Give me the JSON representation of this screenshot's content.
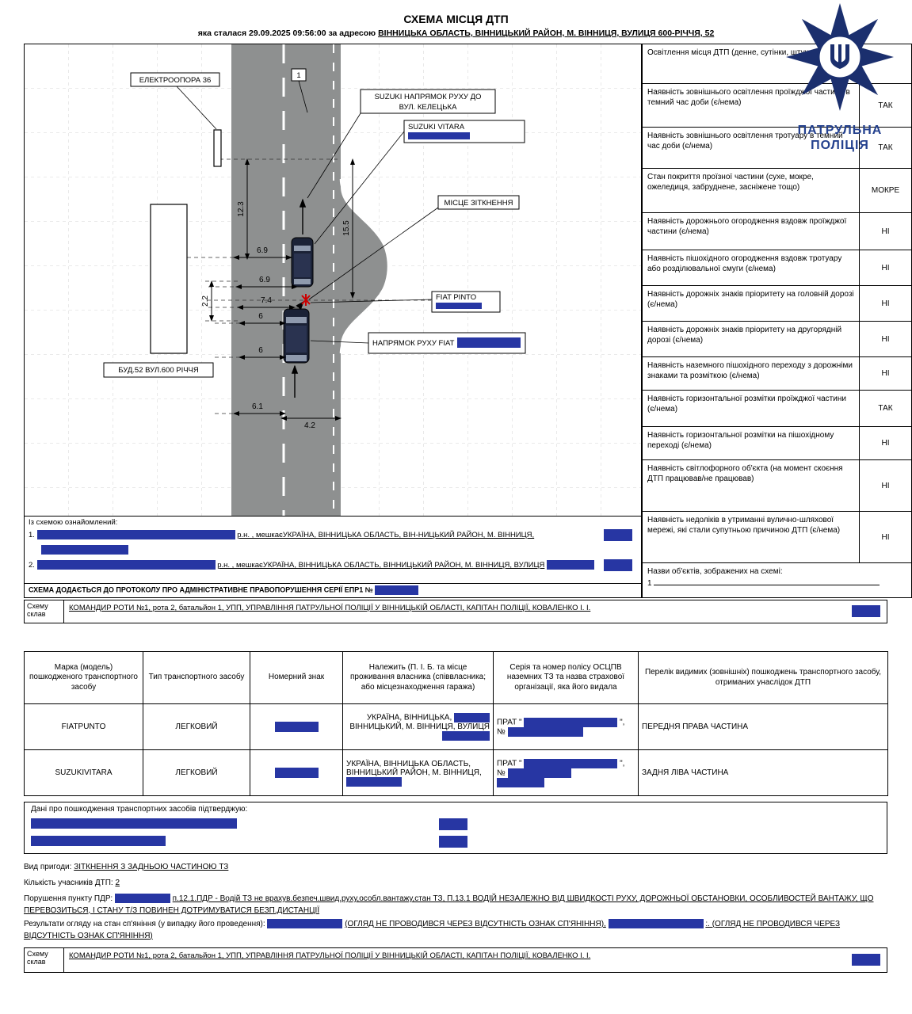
{
  "header": {
    "title": "СХЕМА МІСЦЯ ДТП",
    "occurred_prefix": "яка сталася 29.09.2025 09:56:00 за адресою",
    "address": "ВІННИЦЬКА ОБЛАСТЬ, ВІННИЦЬКИЙ РАЙОН, М. ВІННИЦЯ, ВУЛИЦЯ 600-РІЧЧЯ, 52"
  },
  "logo": {
    "line1": "ПАТРУЛЬНА",
    "line2": "ПОЛІЦІЯ",
    "accent_color": "#24418e"
  },
  "diagram": {
    "labels": {
      "pole": "ЕЛЕКТРООПОРА 36",
      "marker1": "1",
      "suzuki_direction_l1": "SUZUKI НАПРЯМОК РУХУ  ДО",
      "suzuki_direction_l2": "ВУЛ. КЕЛЕЦЬКА",
      "suzuki_vitara": "SUZUKI VITARA",
      "collision_point": "МІСЦЕ ЗІТКНЕННЯ",
      "fiat_pinto": "FIAT PINTO",
      "fiat_direction": "НАПРЯМОК РУХУ FIAT",
      "building": "БУД.52 ВУЛ.600 РІЧЧЯ"
    },
    "measurements": {
      "m1": "12.3",
      "m2": "15.5",
      "m3": "6.9",
      "m4": "6.9",
      "m5": "2.2",
      "m6": "7.4",
      "m7": "6",
      "m8": "6",
      "m9": "6.1",
      "m10": "4.2"
    },
    "road_color": "#8e9090"
  },
  "conditions": {
    "rows": [
      {
        "q": "Освітлення місця ДТП (денне, сутінки, штучне)",
        "a": ""
      },
      {
        "q": "Наявність зовнішнього освітлення проїжджої частини в темний час доби (є/нема)",
        "a": "ТАК"
      },
      {
        "q": "Наявність зовнішнього освітлення тротуару в темний час доби (є/нема)",
        "a": "ТАК"
      },
      {
        "q": "Стан покриття проїзної частини (сухе, мокре, ожеледиця, забруднене, засніжене тощо)",
        "a": "МОКРЕ"
      },
      {
        "q": "Наявність дорожнього огородження вздовж проїжджої частини (є/нема)",
        "a": "НІ"
      },
      {
        "q": "Наявність пішохідного огородження вздовж тротуару або розділювальної смуги (є/нема)",
        "a": "НІ"
      },
      {
        "q": "Наявність дорожніх знаків пріоритету на головній дорозі (є/нема)",
        "a": "НІ"
      },
      {
        "q": "Наявність дорожніх знаків пріоритету на другорядній дорозі (є/нема)",
        "a": "НІ"
      },
      {
        "q": "Наявність наземного пішохідного переходу з дорожніми знаками та розміткою (є/нема)",
        "a": "НІ"
      },
      {
        "q": "Наявність горизонтальної розмітки проїжджої частини (є/нема)",
        "a": "ТАК"
      },
      {
        "q": "Наявність горизонтальної розмітки на пішохідному переході (є/нема)",
        "a": "НІ"
      },
      {
        "q": "Наявність світлофорного об'єкта (на момент скоєння ДТП працював/не працював)",
        "a": "НІ"
      },
      {
        "q": "Наявність недоліків в утриманні вулично-шляхової мережі, які стали супутньою причиною ДТП (є/нема)",
        "a": "НІ"
      }
    ],
    "objects_label": "Назви об'єктів, зображених на схемі:",
    "objects_item": "1"
  },
  "acknowledgment": {
    "title": "Із схемою ознайомлений:",
    "line1_no": "1.",
    "line1_text": "р.н. , мешкаєУКРАЇНА, ВІННИЦЬКА ОБЛАСТЬ, ВІН-НИЦЬКИЙ РАЙОН, М. ВІННИЦЯ,",
    "line2_no": "2.",
    "line2_text": "р.н. , мешкаєУКРАЇНА, ВІННИЦЬКА ОБЛАСТЬ, ВІННИЦЬКИЙ РАЙОН, М. ВІННИЦЯ, ВУЛИЦЯ",
    "attach_note": "СХЕМА ДОДАЄТЬСЯ ДО ПРОТОКОЛУ ПРО АДМІНІСТРАТИВНЕ ПРАВОПОРУШЕННЯ СЕРІЇ ЕПР1 №"
  },
  "composer": {
    "label_l1": "Схему",
    "label_l2": "склав",
    "text": "КОМАНДИР РОТИ №1, рота 2, батальйон 1, УПП, УПРАВЛІННЯ ПАТРУЛЬНОЇ ПОЛІЦІЇ У ВІННИЦЬКІЙ ОБЛАСТІ, КАПІТАН ПОЛІЦІЇ, КОВАЛЕНКО І. І."
  },
  "vehicle_table": {
    "headers": [
      "Марка (модель) пошкодженого транспортного засобу",
      "Тип транспортного засобу",
      "Номерний знак",
      "Належить (П. І. Б. та місце проживання власника (співвласника; або місцезнаходження гаража)",
      "Серія та номер полісу ОСЦПВ наземних ТЗ та назва страхової організації, яка його видала",
      "Перелік видимих (зовнішніх) пошкоджень транспортного засобу, отриманих унаслідок ДТП"
    ],
    "insurer_org": "ПРАТ",
    "insurer_open_quote": "\"",
    "insurer_close_quote": "\",",
    "policy_no_label": "№",
    "rows": [
      {
        "make": "FIATPUNTO",
        "type": "ЛЕГКОВИЙ",
        "owner_1": "УКРАЇНА, ВІННИЦЬКА,",
        "owner_2": "ВІННИЦЬКИЙ, М. ВІННИЦЯ, ВУЛИЦЯ",
        "damage": "ПЕРЕДНЯ ПРАВА ЧАСТИНА"
      },
      {
        "make": "SUZUKIVITARA",
        "type": "ЛЕГКОВИЙ",
        "owner_1": "УКРАЇНА, ВІННИЦЬКА ОБЛАСТЬ,",
        "owner_2": "ВІННИЦЬКИЙ РАЙОН, М. ВІННИЦЯ,",
        "damage": "ЗАДНЯ ЛІВА ЧАСТИНА"
      }
    ]
  },
  "damage_confirm": {
    "title": "Дані про пошкодження транспортних засобів підтверджую:"
  },
  "summary": {
    "incident_type_label": "Вид пригоди:",
    "incident_type": "ЗІТКНЕННЯ З ЗАДНЬОЮ ЧАСТИНОЮ ТЗ",
    "participants_label": "Кількість учасників ДТП:",
    "participants_count": "2",
    "violation_label": "Порушення пункту ПДР:",
    "violation_text": "п.12.1.ПДР - Водій ТЗ не врахув.безпеч.швид.руху,особл.вантажу,стан ТЗ, П.13.1 ВОДІЙ НЕЗАЛЕЖНО ВІД ШВИДКОСТІ РУХУ, ДОРОЖНЬОЇ ОБСТАНОВКИ, ОСОБЛИВОСТЕЙ ВАНТАЖУ, ЩО ПЕРЕВОЗИТЬСЯ, І СТАНУ Т/З ПОВИНЕН ДОТРИМУВАТИСЯ БЕЗП.ДИСТАНЦІЇ",
    "sobriety_label": "Результати огляду на стан сп'яніння (у випадку його проведення):",
    "sobriety_result_1": "(ОГЛЯД НЕ ПРОВОДИВСЯ ЧЕРЕЗ ВІДСУТНІСТЬ ОЗНАК СП'ЯНІННЯ),",
    "sobriety_result_2": ":. (ОГЛЯД НЕ ПРОВОДИВСЯ ЧЕРЕЗ ВІДСУТНІСТЬ ОЗНАК СП'ЯНІННЯ)"
  }
}
